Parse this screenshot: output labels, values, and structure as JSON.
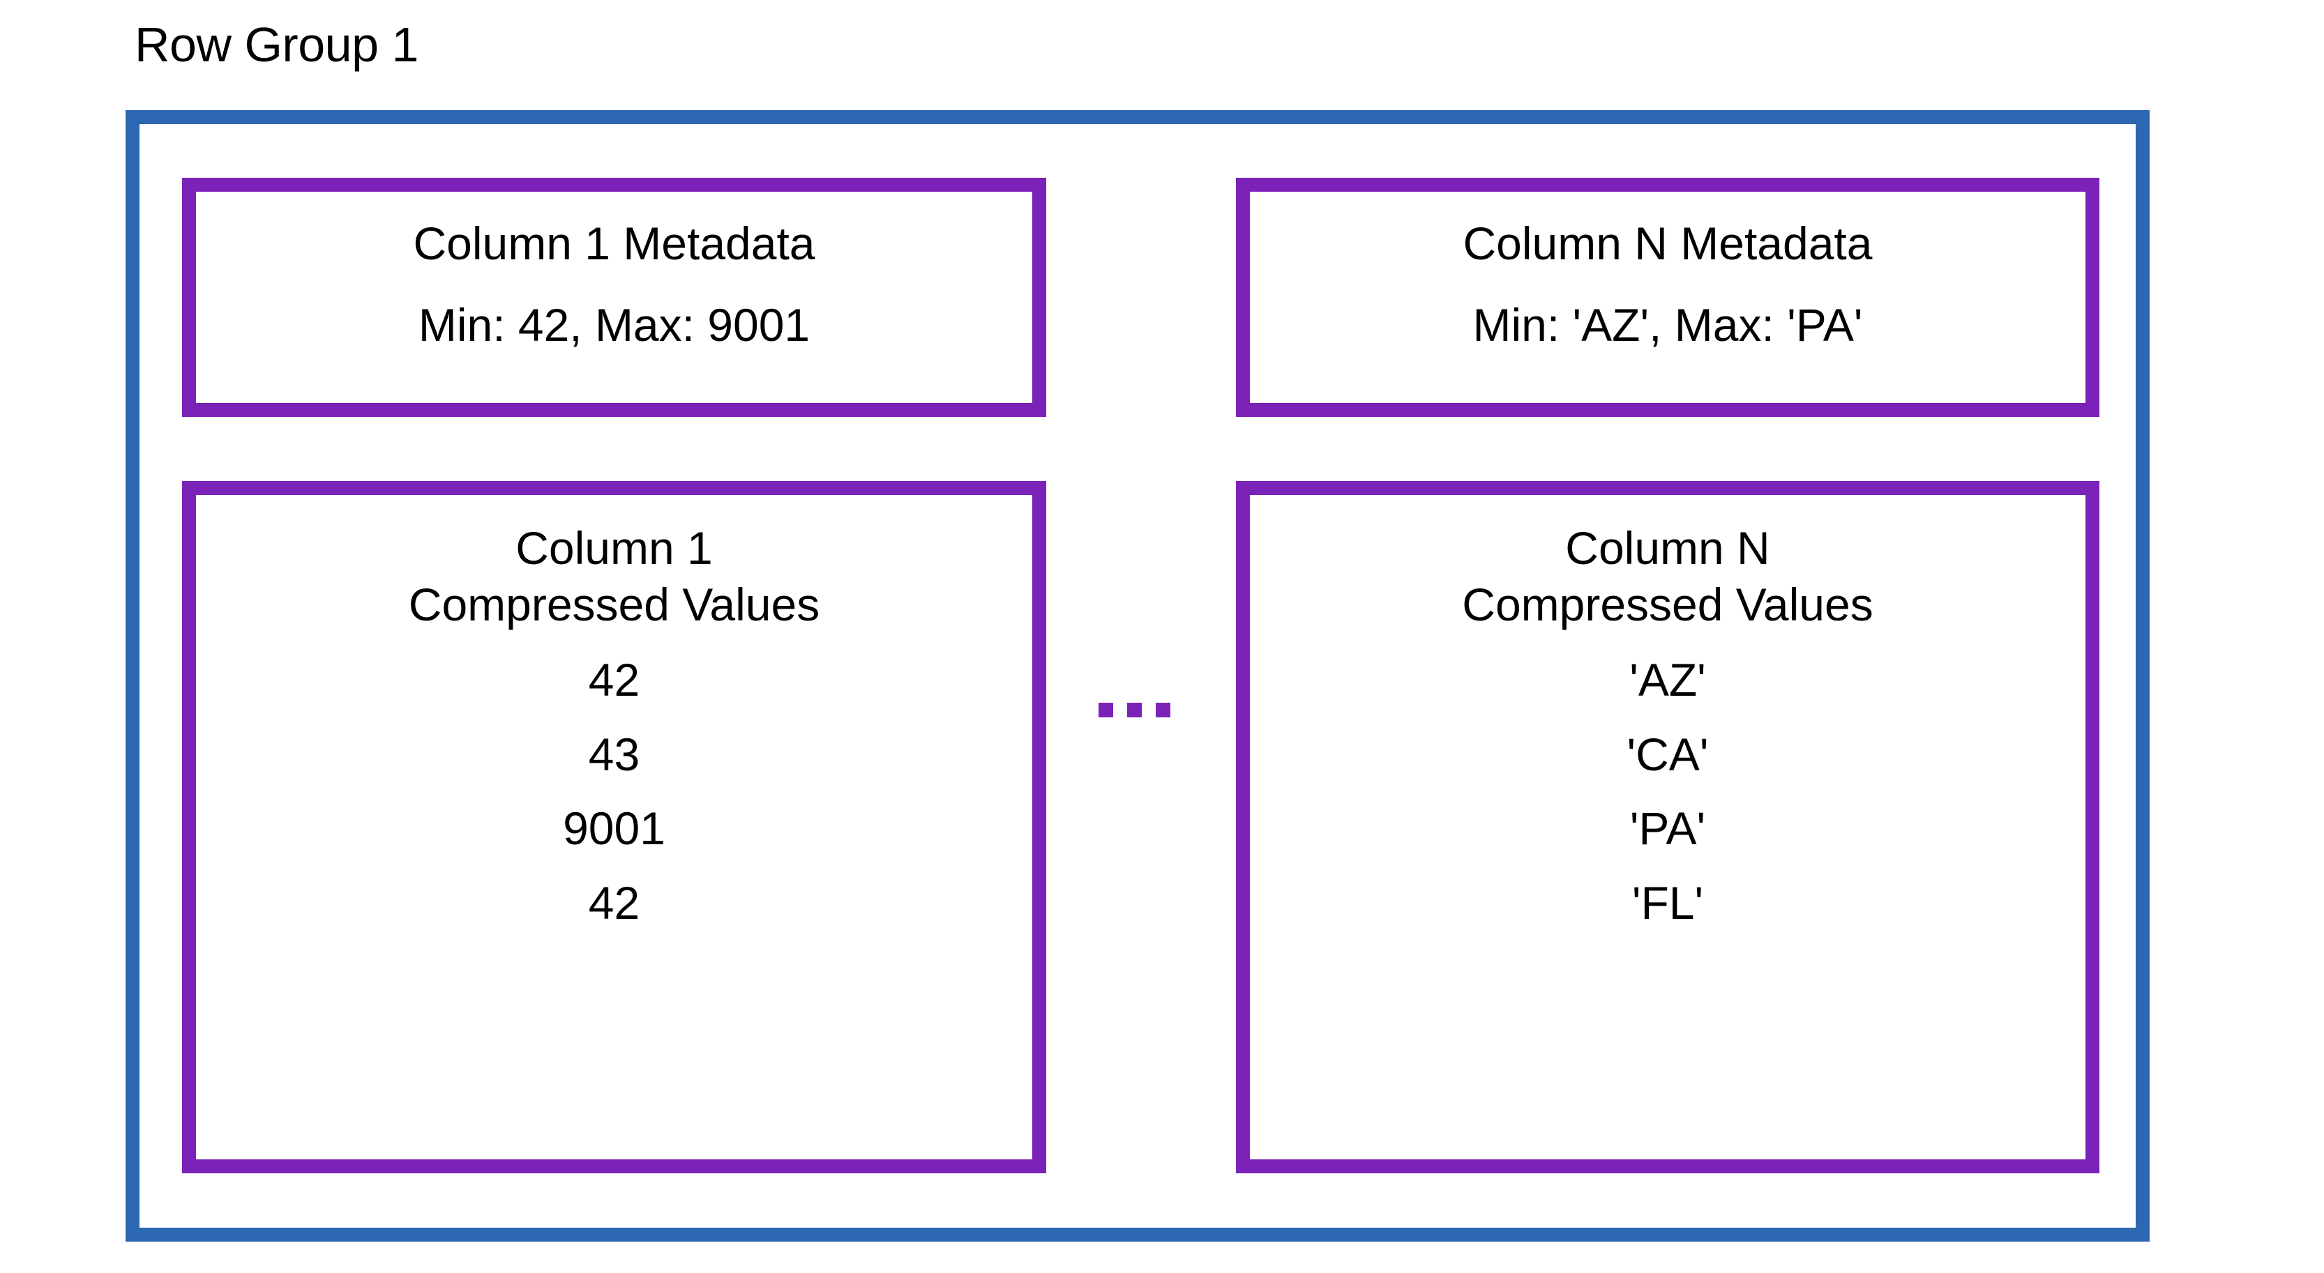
{
  "diagram": {
    "title": "Row Group 1",
    "colors": {
      "row_group_border": "#2c68b2",
      "column_border": "#7b22b8",
      "text": "#000000",
      "background": "#ffffff"
    },
    "ellipsis": {
      "glyph": "...",
      "dot_count": 3
    },
    "columns": [
      {
        "metadata": {
          "title": "Column 1 Metadata",
          "stats": "Min: 42, Max: 9001",
          "min": "42",
          "max": "9001"
        },
        "data": {
          "title": "Column 1\nCompressed Values",
          "title_line1": "Column 1",
          "title_line2": "Compressed Values",
          "values": [
            "42",
            "43",
            "9001",
            "42"
          ]
        }
      },
      {
        "metadata": {
          "title": "Column N Metadata",
          "stats": "Min: 'AZ', Max: 'PA'",
          "min": "'AZ'",
          "max": "'PA'"
        },
        "data": {
          "title": "Column N\nCompressed Values",
          "title_line1": "Column N",
          "title_line2": "Compressed Values",
          "values": [
            "'AZ'",
            "'CA'",
            "'PA'",
            "'FL'"
          ]
        }
      }
    ]
  }
}
